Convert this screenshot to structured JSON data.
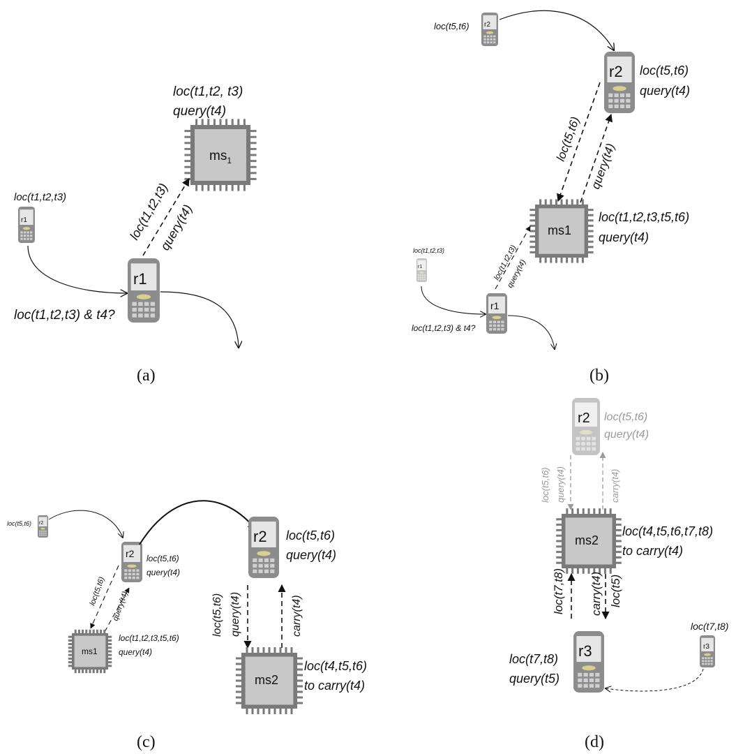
{
  "panels": {
    "a": {
      "caption": "(a)",
      "ms1": "ms",
      "ms1_sub": "1",
      "ms1_loc": "loc(t1,t2, t3)",
      "ms1_query": "query(t4)",
      "r1_small": "r1",
      "r1_small_loc": "loc(t1,t2,t3)",
      "r1": "r1",
      "r1_label": "loc(t1,t2,t3) & t4?",
      "arrow_up_label": "loc(t1,t2,t3)",
      "arrow_query_label": "query(t4)"
    },
    "b": {
      "caption": "(b)",
      "r2_small": "r2",
      "r2_small_loc": "loc(t5,t6)",
      "r2": "r2",
      "r2_loc": "loc(t5,t6)",
      "r2_query": "query(t4)",
      "arrow_down_label": "loc(t5,t6)",
      "arrow_up_label": "query(t4)",
      "ms1": "ms1",
      "ms1_loc": "loc(t1,t2,t3,t5,t6)",
      "ms1_query": "query(t4)",
      "r1_small": "r1",
      "r1_small_loc": "loc(t1,t2,t3)",
      "r1": "r1",
      "r1_label": "loc(t1,t2,t3) & t4?",
      "small_up_label": "loc(t1,t2,t3)",
      "small_query_label": "query(t4)"
    },
    "c": {
      "caption": "(c)",
      "r2_small": "r2",
      "r2_small_loc": "loc(t5,t6)",
      "r2_mid": "r2",
      "r2_mid_loc": "loc(t5,t6)",
      "r2_mid_query": "query(t4)",
      "mid_down_label": "loc(t5,t6)",
      "mid_up_label": "query(t4)",
      "ms1": "ms1",
      "ms1_loc": "loc(t1,t2,t3,t5,t6)",
      "ms1_query": "query(t4)",
      "r2": "r2",
      "r2_loc": "loc(t5,t6)",
      "r2_query": "query(t4)",
      "down_label_1": "loc(t5,t6)",
      "down_label_2": "query(t4)",
      "up_label": "carry(t4)",
      "ms2": "ms2",
      "ms2_loc": "loc(t4,t5,t6)",
      "ms2_carry": "to carry(t4)"
    },
    "d": {
      "caption": "(d)",
      "r2": "r2",
      "r2_loc": "loc(t5,t6)",
      "r2_query": "query(t4)",
      "gray_down_label_1": "loc(t5,t6)",
      "gray_down_label_2": "query(t4)",
      "gray_up_label": "carry(t4)",
      "ms2": "ms2",
      "ms2_loc": "loc(t4,t5,t6,t7,t8)",
      "ms2_carry": "to carry(t4)",
      "up_label": "loc(t7,t8)",
      "down_label_1": "carry(t4)",
      "down_label_2": "loc(t5)",
      "r3": "r3",
      "r3_loc": "loc(t7,t8)",
      "r3_query": "query(t5)",
      "r3_small": "r3",
      "r3_small_loc": "loc(t7,t8)"
    }
  },
  "colors": {
    "chip_body": "#c8c8c8",
    "chip_border": "#7a7a7a",
    "device_body": "#8c8c8c",
    "device_screen": "#e6e6e6",
    "ink": "#111111",
    "faded": "#9a9a9a"
  }
}
